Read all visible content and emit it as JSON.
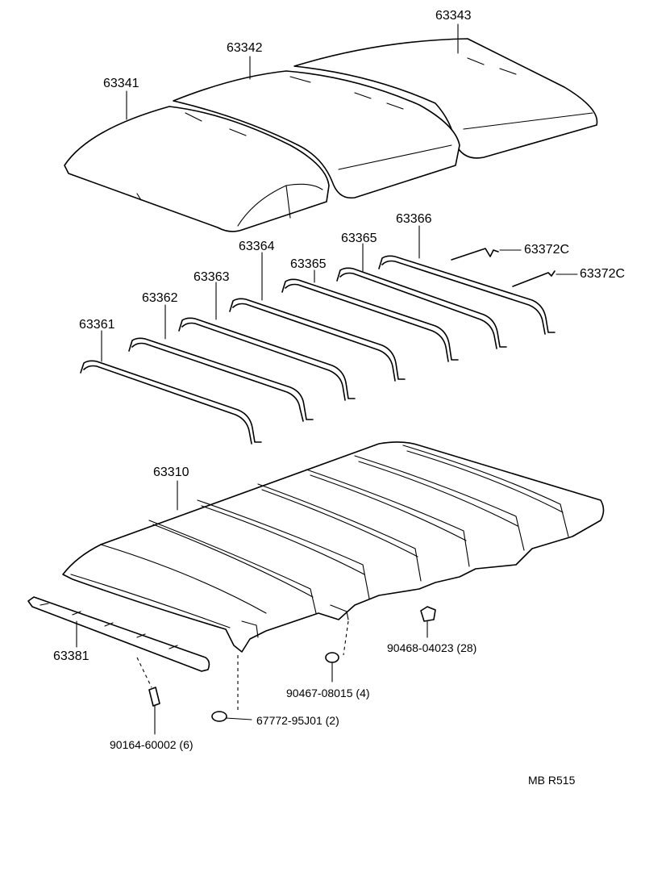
{
  "labels": {
    "p63341": "63341",
    "p63342": "63342",
    "p63343": "63343",
    "p63361": "63361",
    "p63362": "63362",
    "p63363": "63363",
    "p63364": "63364",
    "p63365a": "63365",
    "p63365b": "63365",
    "p63366": "63366",
    "p63372c_a": "63372C",
    "p63372c_b": "63372C",
    "p63310": "63310",
    "p63381": "63381",
    "p90468": "90468-04023 (28)",
    "p90467": "90467-08015 (4)",
    "p67772": "67772-95J01 (2)",
    "p90164": "90164-60002 (6)",
    "code": "MB  R515"
  }
}
